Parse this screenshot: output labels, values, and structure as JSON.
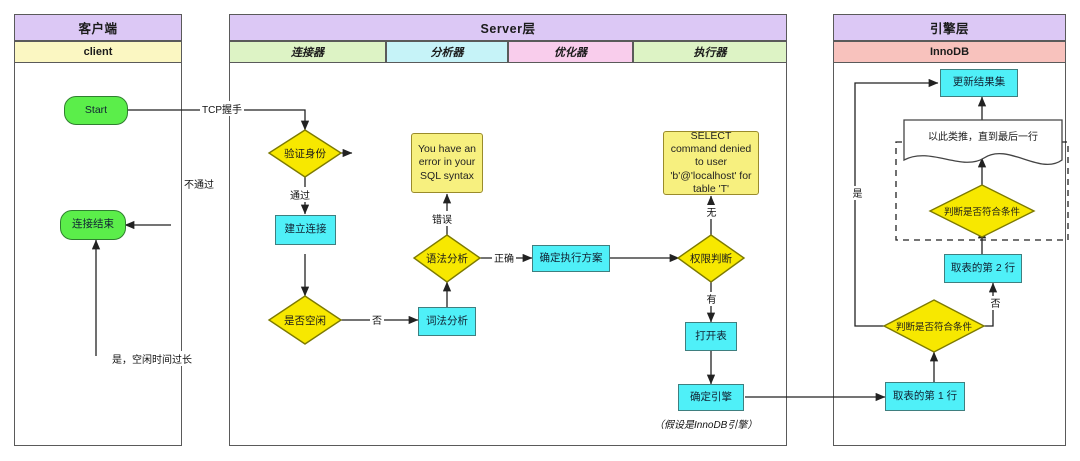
{
  "diagram": {
    "title": "MySQL query execution flow (swimlane flowchart)",
    "colors": {
      "lane_header": "#dcc8f5",
      "client_sub": "#fbf7c2",
      "connector_sub": "#ddf3c5",
      "analyzer_sub": "#c6f3f8",
      "optimizer_sub": "#f9cdec",
      "executor_sub": "#ddf3c5",
      "innodb_sub": "#f8c2bd",
      "process": "#4ff0f8",
      "decision": "#f7e800",
      "terminator": "#5bee4a",
      "note": "#f7f07f",
      "border": "#5a5a5a"
    }
  },
  "lanes": [
    {
      "id": "client",
      "title": "客户端",
      "sub": [
        "client"
      ]
    },
    {
      "id": "server",
      "title": "Server层",
      "sub": [
        "连接器",
        "分析器",
        "优化器",
        "执行器"
      ]
    },
    {
      "id": "engine",
      "title": "引擎层",
      "sub": [
        "InnoDB"
      ]
    }
  ],
  "nodes": {
    "start": {
      "label": "Start",
      "shape": "terminator"
    },
    "conn_end": {
      "label": "连接结束",
      "shape": "terminator"
    },
    "verify_identity": {
      "label": "验证身份",
      "shape": "decision"
    },
    "build_conn": {
      "label": "建立连接",
      "shape": "process"
    },
    "is_idle": {
      "label": "是否空闲",
      "shape": "decision"
    },
    "lexical": {
      "label": "词法分析",
      "shape": "process"
    },
    "syntax": {
      "label": "语法分析",
      "shape": "decision"
    },
    "sql_error": {
      "label": "You have an error in your SQL syntax",
      "shape": "note"
    },
    "exec_plan": {
      "label": "确定执行方案",
      "shape": "process"
    },
    "privilege": {
      "label": "权限判断",
      "shape": "decision"
    },
    "denied": {
      "label": "SELECT command denied to user 'b'@'localhost' for table 'T'",
      "shape": "note"
    },
    "open_table": {
      "label": "打开表",
      "shape": "process"
    },
    "choose_engine": {
      "label": "确定引擎",
      "shape": "process"
    },
    "fetch_row1": {
      "label": "取表的第 1 行",
      "shape": "process"
    },
    "match_cond1": {
      "label": "判断是否符合条件",
      "shape": "decision"
    },
    "fetch_row2": {
      "label": "取表的第 2 行",
      "shape": "process"
    },
    "match_cond2": {
      "label": "判断是否符合条件",
      "shape": "decision"
    },
    "until_last_row": {
      "label": "以此类推，直到最后一行",
      "shape": "document"
    },
    "update_result": {
      "label": "更新结果集",
      "shape": "process"
    }
  },
  "edge_labels": {
    "tcp": "TCP握手",
    "not_pass": "不通过",
    "pass": "通过",
    "no_idle": "否",
    "yes_idle": "是，空闲时间过长",
    "error": "错误",
    "correct": "正确",
    "none_priv": "无",
    "has_priv": "有",
    "no_match": "否",
    "yes_match": "是"
  },
  "captions": {
    "engine_assumption": "（假设是InnoDB引擎）"
  }
}
